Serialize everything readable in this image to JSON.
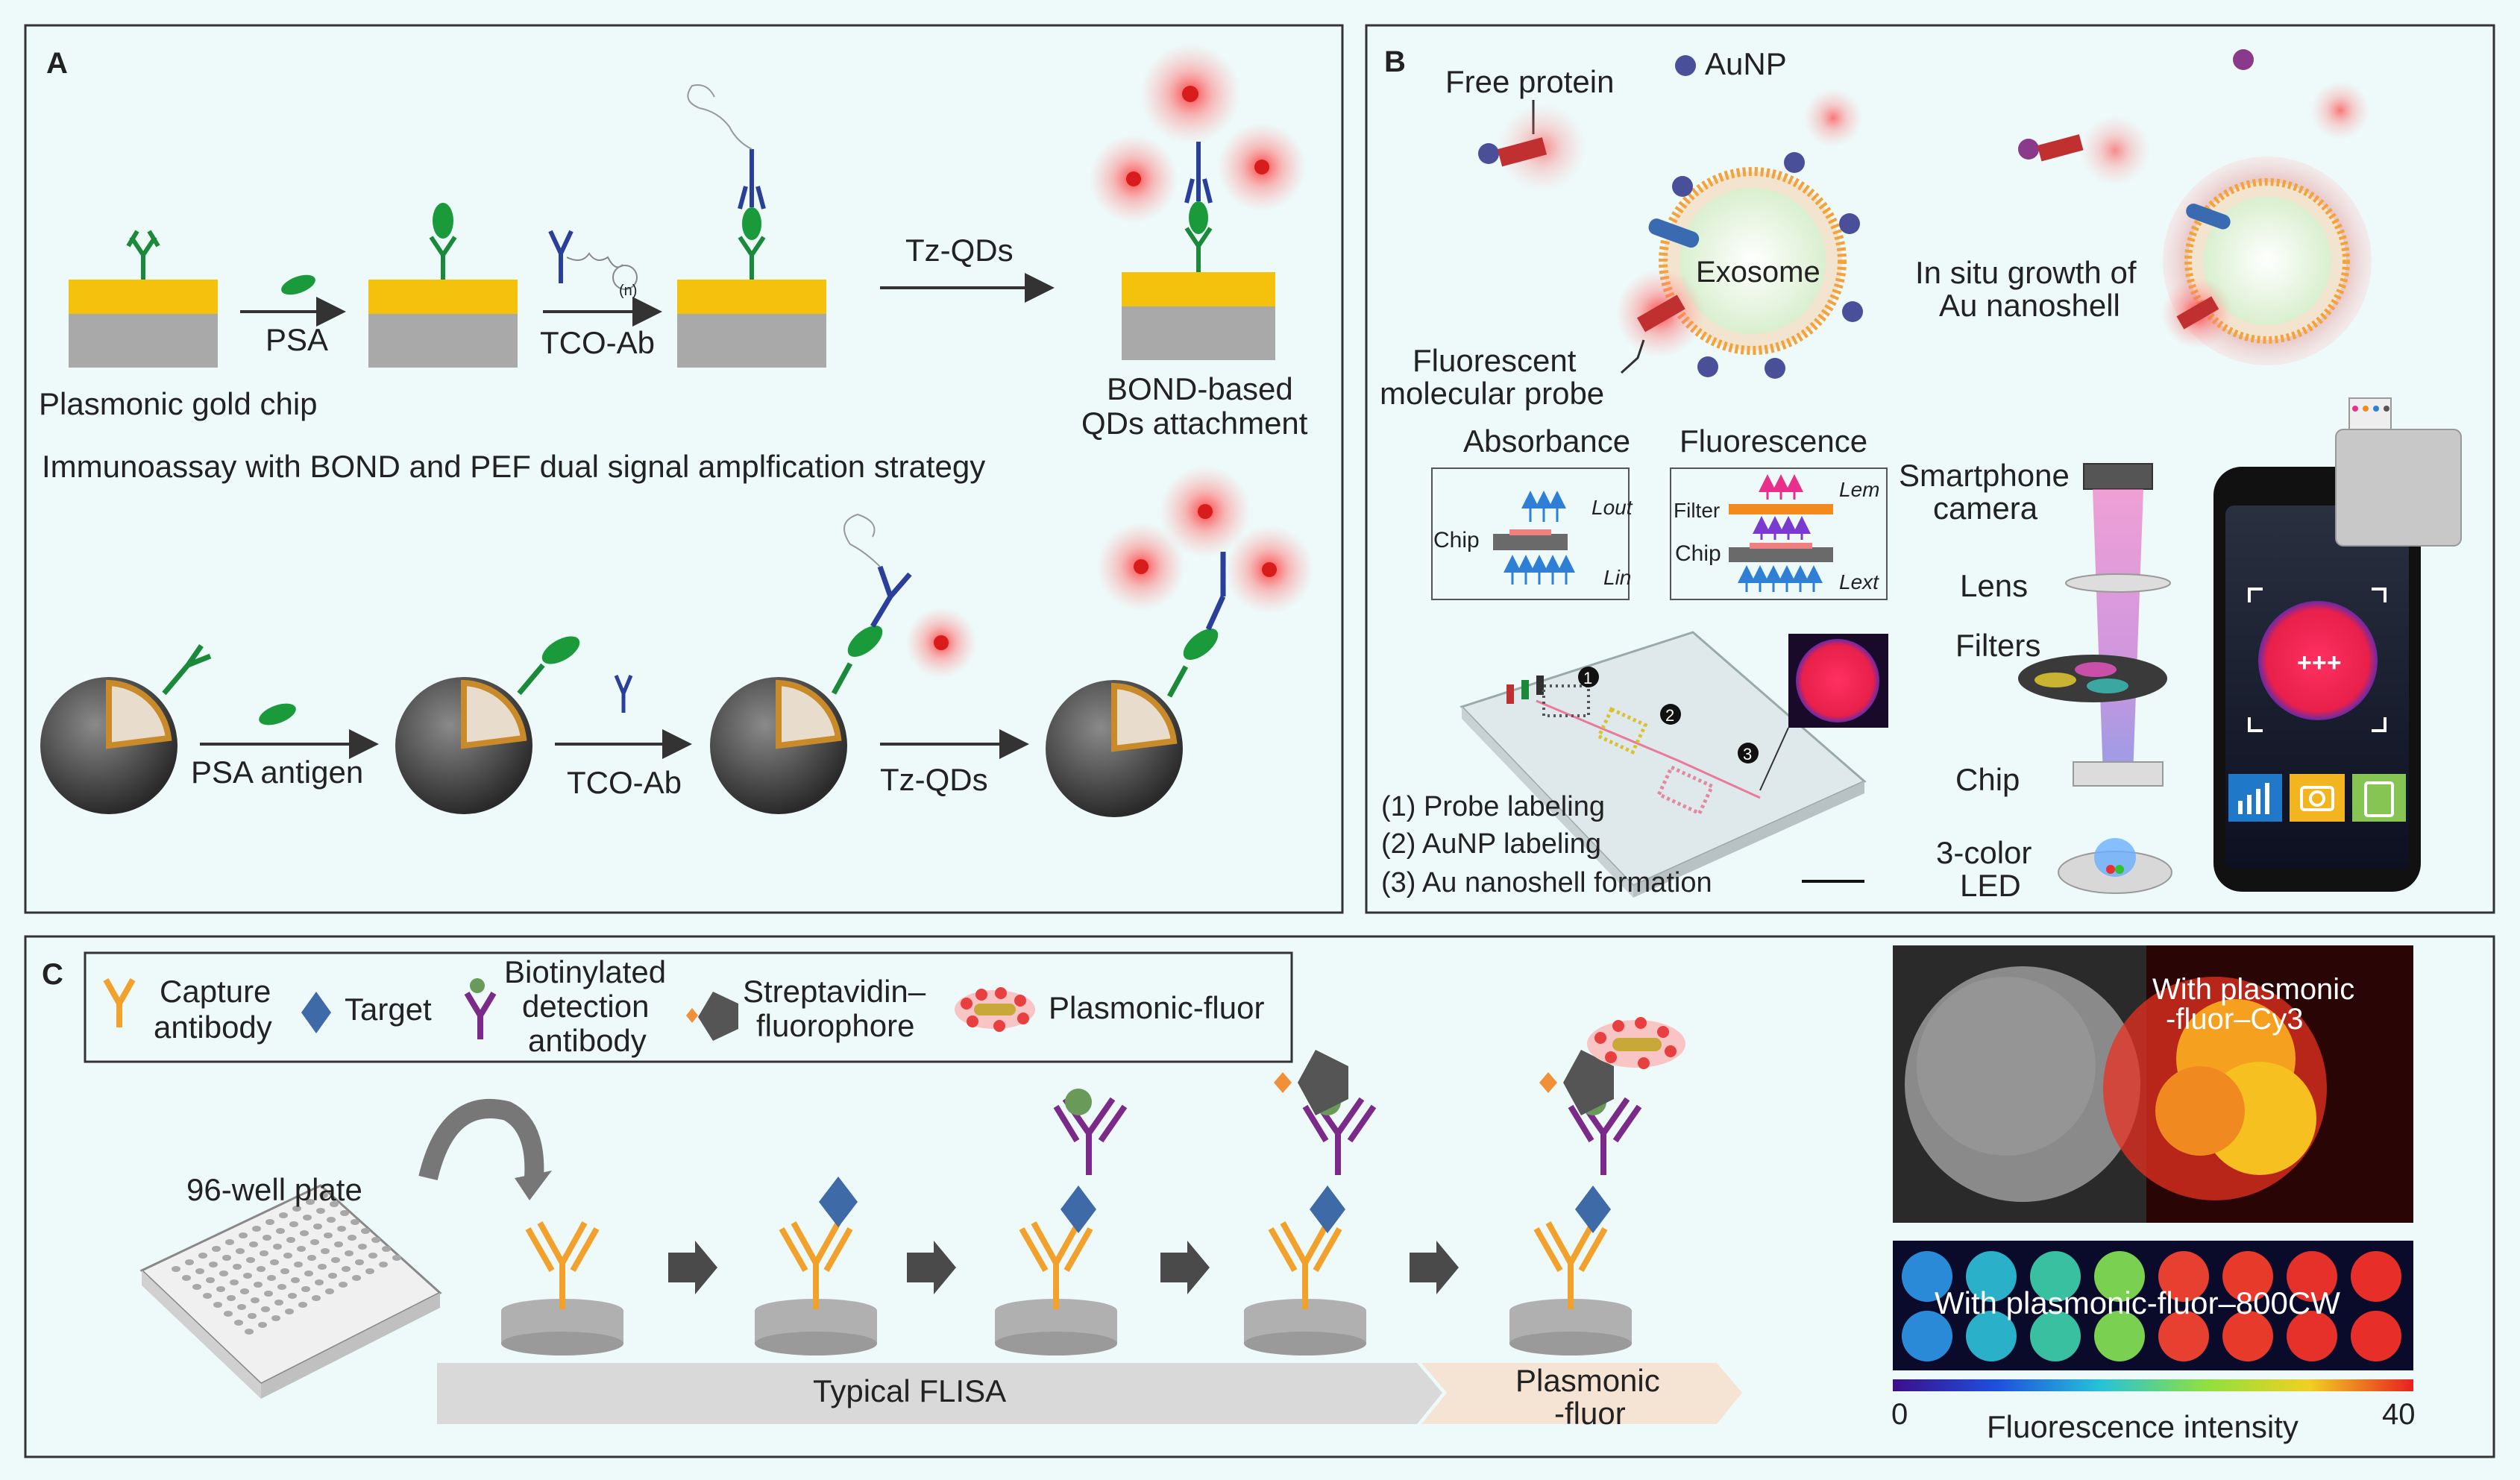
{
  "panelA": {
    "letter": "A",
    "chip_label": "Plasmonic gold chip",
    "psa": "PSA",
    "tco_ab": "TCO-Ab",
    "tco_n": "(n)",
    "tz_qds": "Tz-QDs",
    "bond_line1": "BOND-based",
    "bond_line2": "QDs attachment",
    "strategy": "Immunoassay with BOND and PEF dual signal amplfication strategy",
    "psa_antigen": "PSA antigen",
    "tco_ab2": "TCO-Ab",
    "tz_qds2": "Tz-QDs"
  },
  "panelB": {
    "letter": "B",
    "free_protein": "Free protein",
    "aunp": "AuNP",
    "exosome": "Exosome",
    "in_situ_line1": "In situ growth of",
    "in_situ_line2": "Au nanoshell",
    "probe_line1": "Fluorescent",
    "probe_line2": "molecular probe",
    "absorbance": "Absorbance",
    "fluorescence": "Fluorescence",
    "chip": "Chip",
    "lout": "Lout",
    "lin": "Lin",
    "filter": "Filter",
    "chip2": "Chip",
    "lem": "Lem",
    "lext": "Lext",
    "smartphone_line1": "Smartphone",
    "smartphone_line2": "camera",
    "lens": "Lens",
    "filters": "Filters",
    "chip3": "Chip",
    "led_line1": "3-color",
    "led_line2": "LED",
    "step1": "(1) Probe labeling",
    "step2": "(2) AuNP labeling",
    "step3": "(3) Au nanoshell formation",
    "n1": "1",
    "n2": "2",
    "n3": "3",
    "result": "+++",
    "colors": {
      "pink": "#e8308a",
      "orange": "#f28a1e",
      "blue": "#2f7fd6",
      "app_blue": "#1f78c8",
      "app_yellow": "#f2b51f",
      "app_green": "#86c554"
    }
  },
  "panelC": {
    "letter": "C",
    "legend_capture_line1": "Capture",
    "legend_capture_line2": "antibody",
    "legend_target": "Target",
    "legend_biotin_line1": "Biotinylated",
    "legend_biotin_line2": "detection",
    "legend_biotin_line3": "antibody",
    "legend_strep_line1": "Streptavidin–",
    "legend_strep_line2": "fluorophore",
    "legend_pf": "Plasmonic-fluor",
    "plate": "96-well plate",
    "typical_flisa": "Typical FLISA",
    "pf_line1": "Plasmonic",
    "pf_line2": "-fluor",
    "cy3_line1": "With plasmonic",
    "cy3_line2": "-fluor–Cy3",
    "w800": "With plasmonic-fluor–800CW",
    "scale_min": "0",
    "scale_max": "40",
    "scale_label": "Fluorescence intensity",
    "colors": {
      "capture": "#f2a22c",
      "target": "#3e6aa8",
      "detection": "#7b2a8a",
      "arrow": "#4a4a4a"
    }
  }
}
